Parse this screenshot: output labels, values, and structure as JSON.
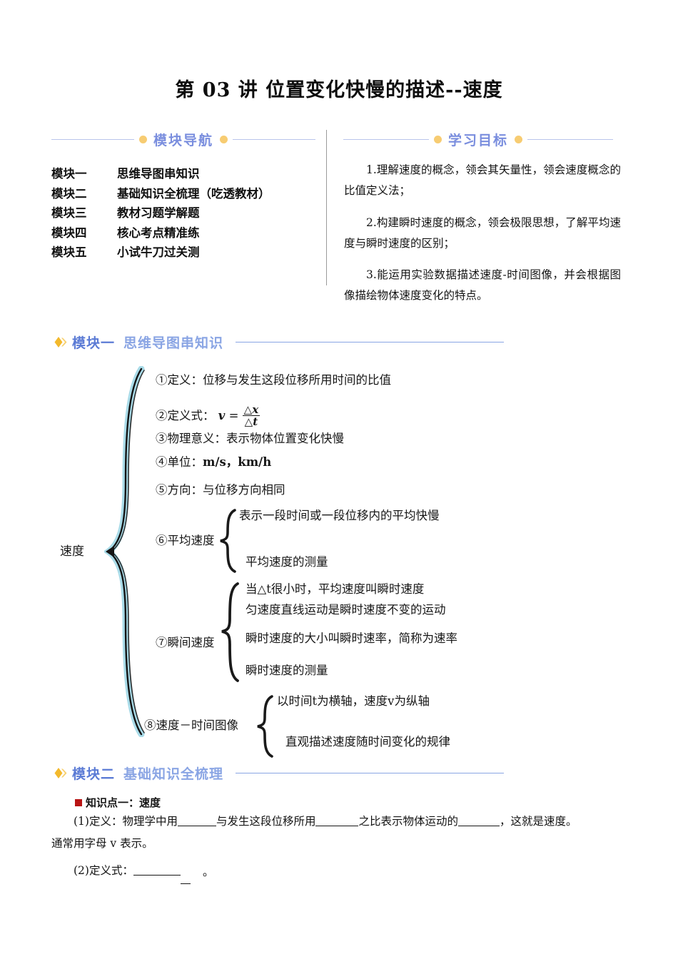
{
  "document": {
    "title": "第 03 讲  位置变化快慢的描述--速度"
  },
  "nav_box": {
    "heading": "模块导航",
    "rows": [
      {
        "key": "模块一",
        "value": "思维导图串知识"
      },
      {
        "key": "模块二",
        "value": "基础知识全梳理（吃透教材）"
      },
      {
        "key": "模块三",
        "value": "教材习题学解题"
      },
      {
        "key": "模块四",
        "value": "核心考点精准练"
      },
      {
        "key": "模块五",
        "value": "小试牛刀过关测"
      }
    ]
  },
  "goals_box": {
    "heading": "学习目标",
    "items": [
      "1.理解速度的概念，领会其矢量性，领会速度概念的比值定义法；",
      "2.构建瞬时速度的概念，领会极限思想，了解平均速度与瞬时速度的区别；",
      "3.能运用实验数据描述速度-时间图像，并会根据图像描绘物体速度变化的特点。"
    ]
  },
  "module1": {
    "number": "模块一",
    "title": "思维导图串知识"
  },
  "mindmap": {
    "root": "速度",
    "items": [
      {
        "label": "①定义：位移与发生这段位移所用时间的比值"
      },
      {
        "label": "②定义式：",
        "formula_var": "v",
        "formula_eq": "=",
        "formula_num": "△x",
        "formula_den": "△t"
      },
      {
        "label": "③物理意义：表示物体位置变化快慢"
      },
      {
        "label": "④单位：",
        "units": "m/s，km/h"
      },
      {
        "label": "⑤方向：与位移方向相同"
      },
      {
        "label": "⑥平均速度",
        "children": [
          "表示一段时间或一段位移内的平均快慢",
          "平均速度的测量"
        ]
      },
      {
        "label": "⑦瞬间速度",
        "children": [
          "当△t很小时，平均速度叫瞬时速度",
          "匀速度直线运动是瞬时速度不变的运动",
          "瞬时速度的大小叫瞬时速率，简称为速率",
          "瞬时速度的测量"
        ]
      },
      {
        "label": "⑧速度－时间图像",
        "children": [
          "以时间t为横轴，速度v为纵轴",
          "直观描述速度随时间变化的规律"
        ]
      }
    ]
  },
  "module2": {
    "number": "模块二",
    "title": "基础知识全梳理",
    "knowledge_point": "知识点一：速度",
    "para1_a": "(1)定义：物理学中用",
    "para1_b": "与发生这段位移所用",
    "para1_c": "之比表示物体运动的",
    "para1_d": "，这就是速度。",
    "para2": "通常用字母 v 表示。",
    "para3_a": "(2)定义式：",
    "para3_b": "。"
  },
  "colors": {
    "heading_blue": "#7a8ede",
    "module_num_blue": "#5b7bd5",
    "module_title_blue": "#8aa5e4",
    "dot_orange": "#f7cc72",
    "diamond_gold": "#f0b429",
    "square_red": "#b81414",
    "brace_cyan": "#a9dbe8"
  }
}
